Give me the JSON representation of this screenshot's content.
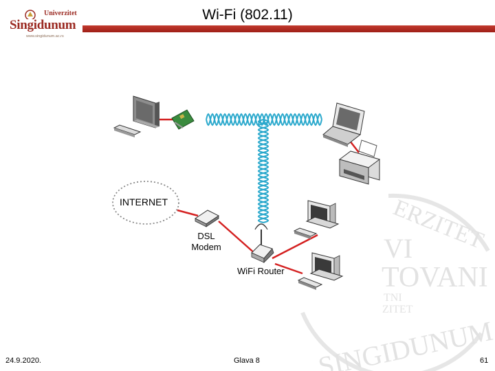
{
  "header": {
    "logo_top": "Univerzitet",
    "logo_name": "Singidunum",
    "logo_url": "www.singidunum.ac.rs",
    "title": "Wi-Fi (802.11)"
  },
  "diagram": {
    "labels": {
      "internet": "INTERNET",
      "dsl_line1": "DSL",
      "dsl_line2": "Modem",
      "router": "WiFi Router"
    },
    "icons": [
      "desktop-computer-icon",
      "network-card-icon",
      "laptop-icon",
      "printer-icon",
      "dsl-modem-icon",
      "wifi-router-icon",
      "desktop-computer-icon",
      "desktop-computer-icon"
    ],
    "colors": {
      "signal": "#29a8cc",
      "cable": "#d42020",
      "cloud_border": "#888888"
    }
  },
  "watermark": {
    "lines": [
      "ERZITET",
      "VI",
      "TOVANI",
      "TNI",
      "ZITET",
      "SINGIDUNUM"
    ]
  },
  "footer": {
    "date": "24.9.2020.",
    "center": "Glava 8",
    "page": "61"
  }
}
